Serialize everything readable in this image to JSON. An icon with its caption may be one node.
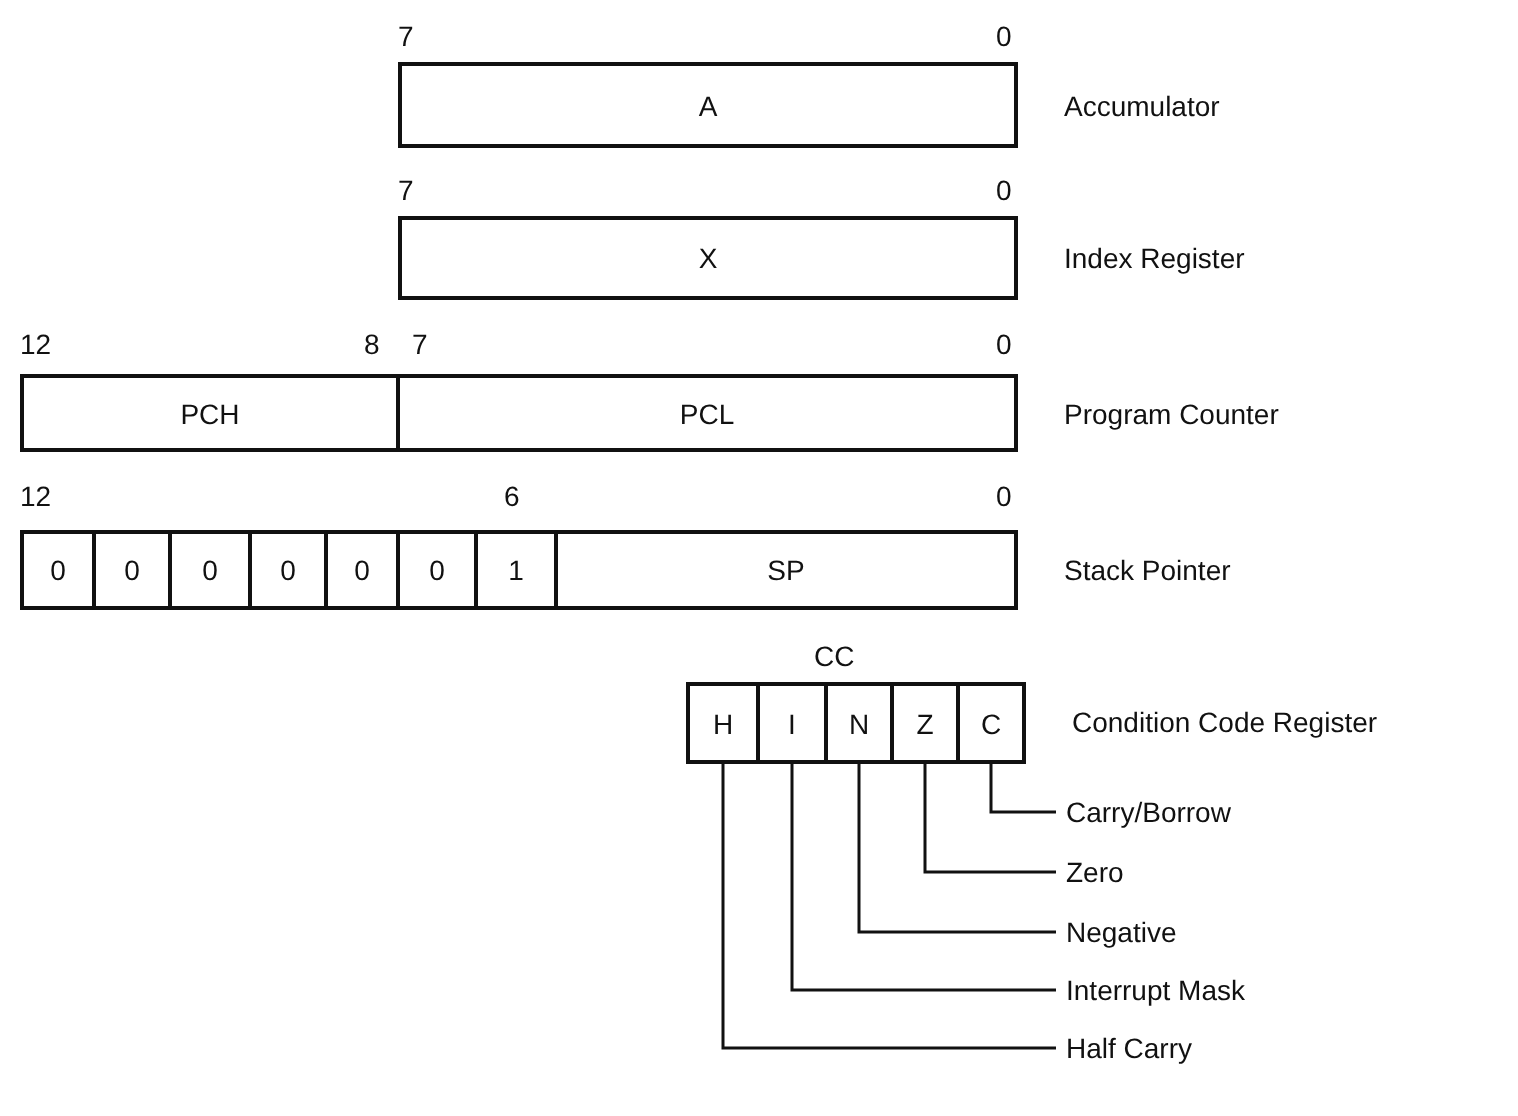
{
  "diagram": {
    "nodes": [
      {
        "text": [
          "A"
        ]
      },
      {
        "text": [
          "X"
        ]
      },
      {
        "text": [
          "PCH"
        ]
      },
      {
        "text": [
          "PCL"
        ]
      },
      {
        "text": [
          "0"
        ]
      },
      {
        "text": [
          "0"
        ]
      },
      {
        "text": [
          "0"
        ]
      },
      {
        "text": [
          "0"
        ]
      },
      {
        "text": [
          "0"
        ]
      },
      {
        "text": [
          "0"
        ]
      },
      {
        "text": [
          "1"
        ]
      },
      {
        "text": [
          "SP"
        ]
      },
      {
        "text": [
          "H"
        ]
      },
      {
        "text": [
          "I"
        ]
      },
      {
        "text": [
          "N"
        ]
      },
      {
        "text": [
          "Z"
        ]
      },
      {
        "text": [
          "C"
        ]
      },
      {
        "text": [
          "Carry/Borrow"
        ]
      },
      {
        "text": [
          "Zero"
        ]
      },
      {
        "text": [
          "Negative"
        ]
      },
      {
        "text": [
          "Interrupt Mask"
        ]
      },
      {
        "text": [
          "Half Carry"
        ]
      }
    ],
    "edges": [
      {
        "from": 17,
        "to": 16,
        "arrow": "none"
      },
      {
        "from": 18,
        "to": 15,
        "arrow": "none"
      },
      {
        "from": 19,
        "to": 14,
        "arrow": "none"
      },
      {
        "from": 20,
        "to": 13,
        "arrow": "none"
      },
      {
        "from": 21,
        "to": 12,
        "arrow": "none"
      }
    ],
    "labels": [
      "7",
      "0",
      "Accumulator",
      "7",
      "0",
      "Index Register",
      "12",
      "8",
      "7",
      "0",
      "Program Counter",
      "12",
      "6",
      "0",
      "Stack Pointer",
      "CC",
      "Condition Code Register"
    ]
  }
}
